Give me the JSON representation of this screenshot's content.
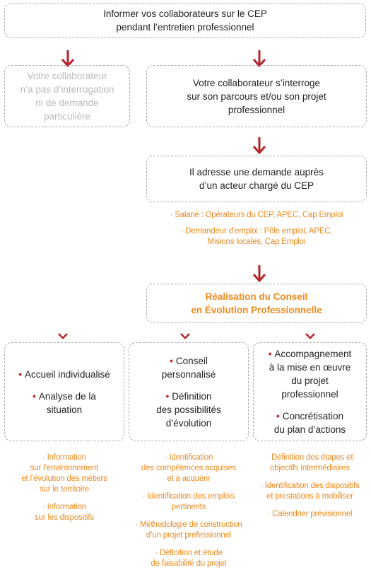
{
  "top_box": {
    "line1": "Informer vos collaborateurs sur le CEP",
    "line2": "pendant l’entretien professionnel"
  },
  "left_box": {
    "lines": [
      "Votre collaborateur",
      "n’a pas d’interrogation",
      "ni de demande",
      "particulière"
    ]
  },
  "right_box": {
    "lines": [
      "Votre collaborateur s’interroge",
      "sur son parcours et/ou son projet",
      "professionnel"
    ]
  },
  "demand_box": {
    "lines": [
      "Il adresse une demande auprès",
      "d’un acteur chargé du CEP"
    ]
  },
  "actors": {
    "salarie": "· Salarié : Opérateurs du CEP, APEC, Cap Emploi",
    "demandeur_l1": "· Demandeur d’emploi : Pôle emploi, APEC,",
    "demandeur_l2": "Misions locales, Cap Emploi"
  },
  "realisation_box": {
    "line1": "Réalisation du Conseil",
    "line2": "en Évolution Professionnelle"
  },
  "bullet_glyph": "•",
  "columns": [
    {
      "points": [
        {
          "lines": [
            "Accueil individualisé"
          ]
        },
        {
          "lines": [
            "Analyse de la",
            "situation"
          ]
        }
      ],
      "notes": [
        {
          "lines": [
            "· Information",
            "sur l’environnement",
            "et l’évolution des métiers",
            "sur le territoire"
          ]
        },
        {
          "lines": [
            "· Information",
            "sur les dispositifs"
          ]
        }
      ]
    },
    {
      "points": [
        {
          "lines": [
            "Conseil",
            "personnalisé"
          ]
        },
        {
          "lines": [
            "Définition",
            "des possibilités",
            "d’évolution"
          ]
        }
      ],
      "notes": [
        {
          "lines": [
            "· Identification",
            "des compétences acquises",
            "et à acquérir"
          ]
        },
        {
          "lines": [
            "· Identification des emplois",
            "pertinents"
          ]
        },
        {
          "lines": [
            "· Méthodologie de construction",
            "d’un projet prefessionnel"
          ]
        },
        {
          "lines": [
            "· Définition et étude",
            "de faisabilité du projet"
          ]
        }
      ]
    },
    {
      "points": [
        {
          "lines": [
            "Accompagnement",
            "à la mise en œuvre",
            "du projet",
            "professionnel"
          ]
        },
        {
          "lines": [
            "Concrétisation",
            "du plan d’actions"
          ]
        }
      ],
      "notes": [
        {
          "lines": [
            "· Définition des étapes et",
            "objectifs intermédiaires"
          ]
        },
        {
          "lines": [
            "· Identification des dispositifs",
            "et prestations à mobiliser"
          ]
        },
        {
          "lines": [
            "· Calendrier prévisionnel"
          ]
        }
      ]
    }
  ],
  "colors": {
    "arrow": "#b5232a",
    "accent_text": "#ec8a1e",
    "muted_text": "#b9b9b9",
    "dashed_border": "#a9a9a9"
  },
  "icons": {
    "down_arrow": "down-arrow-icon",
    "chevron": "chevron-down-icon"
  }
}
